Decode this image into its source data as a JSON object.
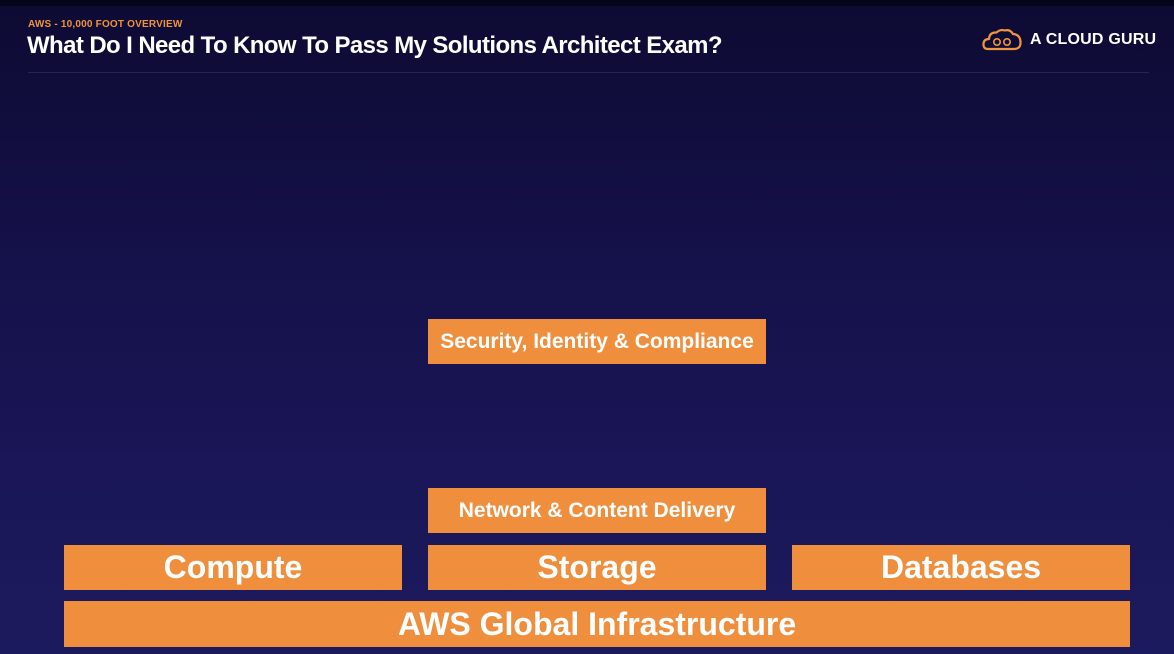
{
  "header": {
    "eyebrow": "AWS - 10,000 FOOT OVERVIEW",
    "title": "What Do I Need To Know To Pass My Solutions Architect Exam?"
  },
  "logo": {
    "text": "A CLOUD GURU",
    "icon": "cloud-icon",
    "color": "#f0943f"
  },
  "diagram": {
    "accent_color": "#ef8f3e",
    "blocks": {
      "security": "Security, Identity & Compliance",
      "network": "Network & Content Delivery",
      "compute": "Compute",
      "storage": "Storage",
      "databases": "Databases",
      "global_infrastructure": "AWS Global Infrastructure"
    }
  }
}
